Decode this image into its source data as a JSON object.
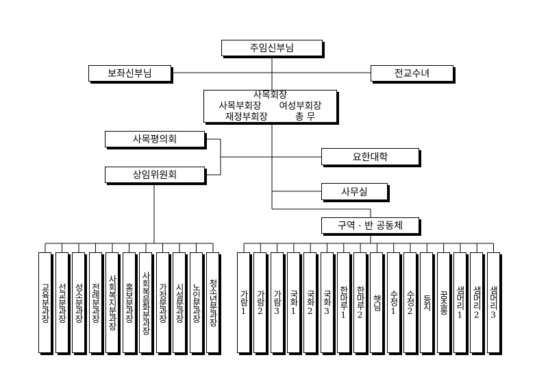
{
  "top": {
    "priest": "주임신부님",
    "assistant_priest": "보좌신부님",
    "sister": "전교수녀"
  },
  "council": {
    "line1": "사목회장",
    "line2a": "사목부회장",
    "line2b": "여성부회장",
    "line3a": "재정부회장",
    "line3b": "총 무"
  },
  "left_bodies": {
    "pastoral_council": "사목평의회",
    "standing_committee": "상임위원회"
  },
  "right_bodies": {
    "john_college": "요한대학",
    "office": "사무실",
    "community": "구역 · 반 공동체"
  },
  "subcommittees": [
    "교육분과장",
    "선교분과장",
    "성소분과장",
    "전례분과장",
    "사회복지분과장",
    "홍보분과장",
    "사회복음화분과장",
    "가정분과장",
    "시설분과장",
    "노인분과장",
    "청소년분과장"
  ],
  "districts": [
    "가람1",
    "가람2",
    "가람3",
    "국화1",
    "국화2",
    "국화3",
    "한마루1",
    "한마루2",
    "햇님",
    "수정1",
    "수정2",
    "등지",
    "꿈초롱",
    "샘머리1",
    "샘머리2",
    "샘머리3"
  ]
}
